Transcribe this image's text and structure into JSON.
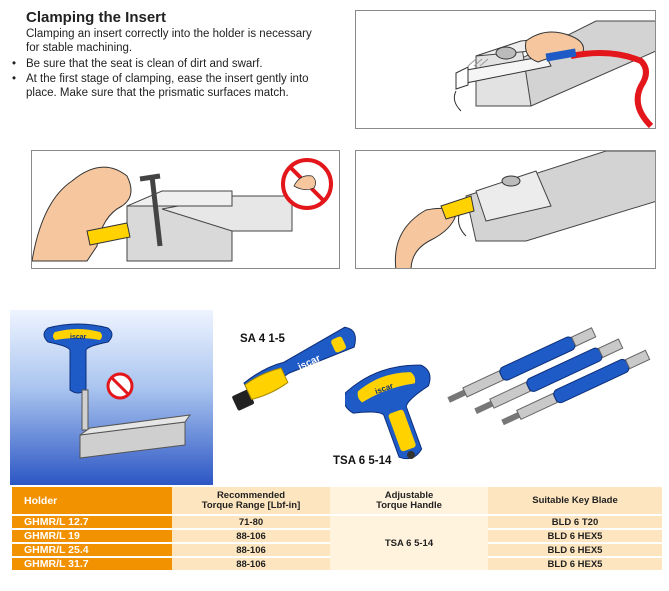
{
  "section": {
    "title": "Clamping the Insert",
    "intro": "Clamping an insert correctly into the holder is necessary for stable machining.",
    "bullets": [
      "Be sure that the seat is clean of dirt and swarf.",
      "At the first stage of clamping, ease the insert gently into place. Make sure that the prismatic surfaces match."
    ]
  },
  "icons": {
    "bullet": "•"
  },
  "brand": {
    "logo_text": "iscar",
    "handle_text": "TSA 6 5-14"
  },
  "tools": {
    "screwdriver_label": "SA 4 1-5",
    "t_handle_label": "TSA 6 5-14"
  },
  "table": {
    "headers": [
      "Holder",
      "Recommended Torque Range [Lbf-in]",
      "Adjustable Torque Handle",
      "Suitable Key Blade"
    ],
    "header_lines": {
      "c2_line1": "Recommended",
      "c2_line2": "Torque Range [Lbf-in]",
      "c3_line1": "Adjustable",
      "c3_line2": "Torque Handle"
    },
    "rows": [
      {
        "holder": "GHMR/L 12.7",
        "torque": "71-80",
        "blade": "BLD 6 T20"
      },
      {
        "holder": "GHMR/L 19",
        "torque": "88-106",
        "blade": "BLD 6 HEX5"
      },
      {
        "holder": "GHMR/L 25.4",
        "torque": "88-106",
        "blade": "BLD 6 HEX5"
      },
      {
        "holder": "GHMR/L 31.7",
        "torque": "88-106",
        "blade": "BLD 6 HEX5"
      }
    ],
    "handle_value": "TSA 6 5-14"
  },
  "colors": {
    "orange": "#f39200",
    "light_orange": "#fde6bf",
    "tool_blue": "#1e5bc6",
    "tool_yellow": "#ffd200",
    "prohibit_red": "#e3161b"
  }
}
